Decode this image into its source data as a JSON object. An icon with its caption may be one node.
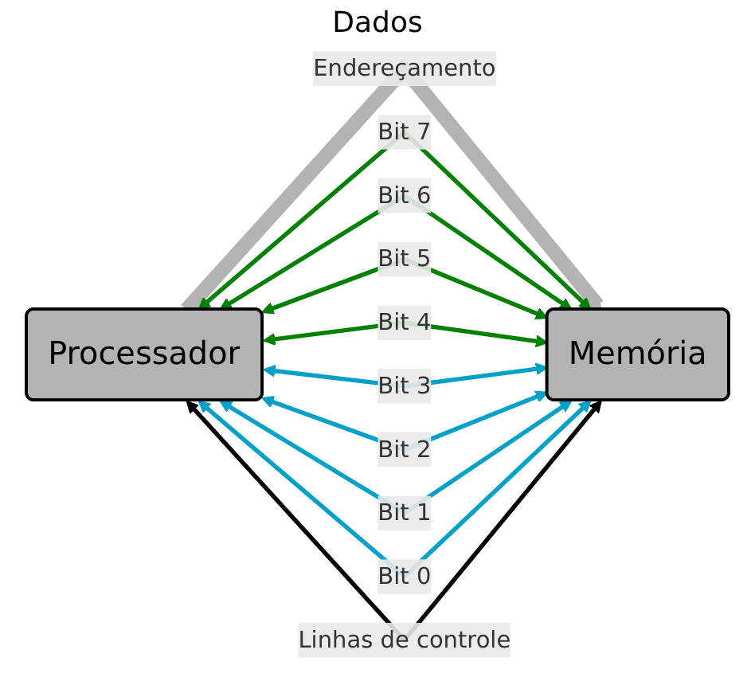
{
  "diagram": {
    "nodes": [
      {
        "text": [
          "Processador"
        ]
      },
      {
        "text": [
          "Memória"
        ]
      }
    ],
    "edges": [
      {
        "from": 0,
        "to": 1,
        "arrow": "to",
        "label": "Endereçamento",
        "style": "thick",
        "color": "#b3b3b3"
      },
      {
        "from": 0,
        "to": 1,
        "arrow": "both",
        "label": "Bit 7",
        "color": "#008000"
      },
      {
        "from": 0,
        "to": 1,
        "arrow": "both",
        "label": "Bit 6",
        "color": "#008000"
      },
      {
        "from": 0,
        "to": 1,
        "arrow": "both",
        "label": "Bit 5",
        "color": "#008000"
      },
      {
        "from": 0,
        "to": 1,
        "arrow": "both",
        "label": "Bit 4",
        "color": "#008000"
      },
      {
        "from": 0,
        "to": 1,
        "arrow": "both",
        "label": "Bit 3",
        "color": "#00a0c8"
      },
      {
        "from": 0,
        "to": 1,
        "arrow": "both",
        "label": "Bit 2",
        "color": "#00a0c8"
      },
      {
        "from": 0,
        "to": 1,
        "arrow": "both",
        "label": "Bit 1",
        "color": "#00a0c8"
      },
      {
        "from": 0,
        "to": 1,
        "arrow": "both",
        "label": "Bit 0",
        "color": "#00a0c8"
      },
      {
        "from": 0,
        "to": 1,
        "arrow": "both",
        "label": "Linhas de controle",
        "color": "#000000"
      }
    ],
    "labels": [
      "Dados"
    ]
  }
}
